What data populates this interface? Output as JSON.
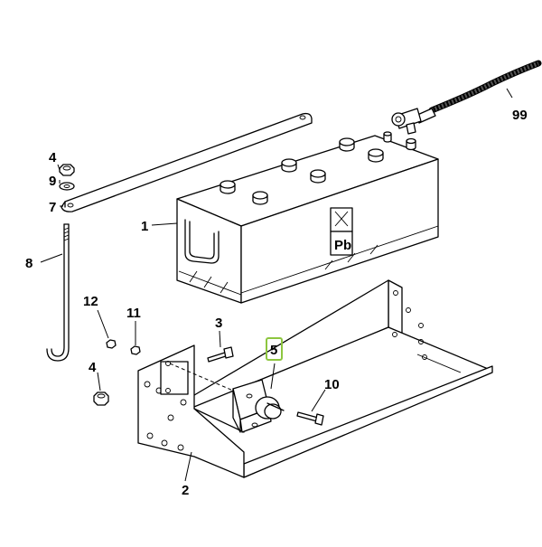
{
  "callouts": {
    "c4a": "4",
    "c9": "9",
    "c7": "7",
    "c1": "1",
    "c8": "8",
    "c12": "12",
    "c11": "11",
    "c3": "3",
    "c5": "5",
    "c4b": "4",
    "c10": "10",
    "c2": "2",
    "c99": "99"
  },
  "battery_marking": "Pb",
  "highlight_color": "#8dc63f"
}
